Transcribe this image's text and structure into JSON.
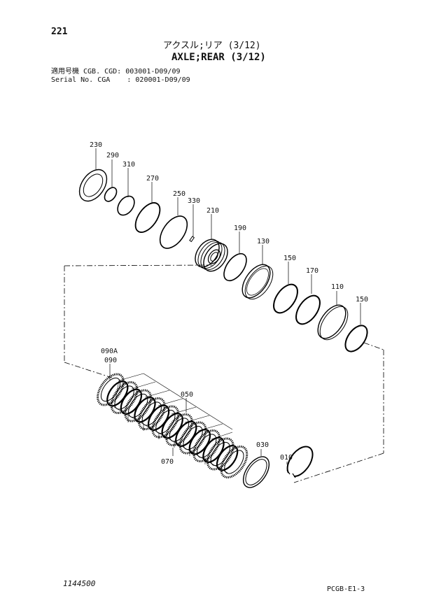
{
  "header": {
    "page_number": "221",
    "title_jp": "アクスル;リア (3/12)",
    "title_en": "AXLE;REAR (3/12)",
    "serial_line_1": "適用号機 CGB. CGD: 003001-D09/09",
    "serial_line_2": "Serial No. CGA    : 020001-D09/09"
  },
  "diagram": {
    "part_labels": {
      "p230": "230",
      "p290": "290",
      "p310": "310",
      "p270": "270",
      "p250": "250",
      "p330": "330",
      "p210": "210",
      "p190": "190",
      "p130": "130",
      "p150a": "150",
      "p170": "170",
      "p110": "110",
      "p150b": "150",
      "p090a": "090A",
      "p090": "090",
      "p050": "050",
      "p070": "070",
      "p030": "030",
      "p010": "010"
    }
  },
  "footer": {
    "illustration_number": "1144500",
    "figure_code": "PCGB-E1-3"
  }
}
